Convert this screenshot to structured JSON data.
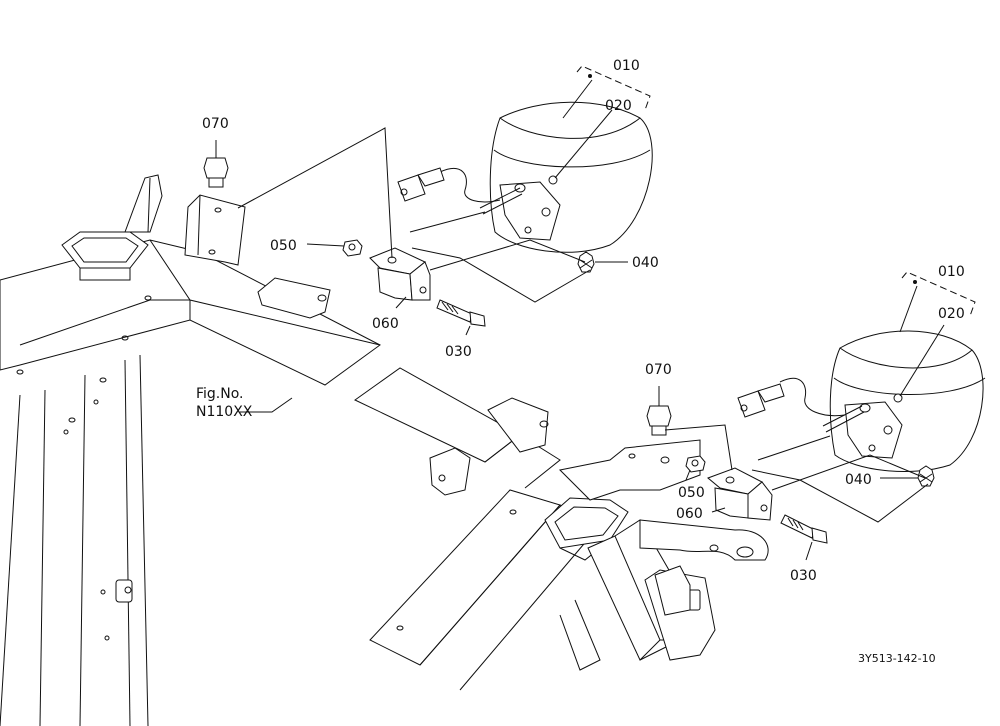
{
  "figure": {
    "fig_no_label": "Fig.No.",
    "fig_no_value": "N110XX",
    "drawing_code": "3Y513-142-10"
  },
  "callouts": {
    "p010": "010",
    "p020": "020",
    "p030": "030",
    "p040": "040",
    "p050": "050",
    "p060": "060",
    "p070": "070"
  }
}
